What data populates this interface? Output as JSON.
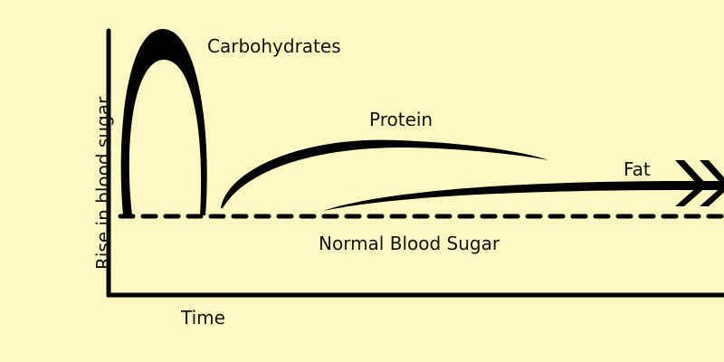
{
  "title": "Blood sugar response by macronutrient",
  "axes": {
    "y_label": "Rise in blood sugar",
    "x_label": "Time"
  },
  "baseline_label": "Normal Blood Sugar",
  "curves": [
    {
      "label": "Carbohydrates"
    },
    {
      "label": "Protein"
    },
    {
      "label": "Fat"
    }
  ],
  "colors": {
    "background": "#fef9c3",
    "ink": "#000000"
  }
}
